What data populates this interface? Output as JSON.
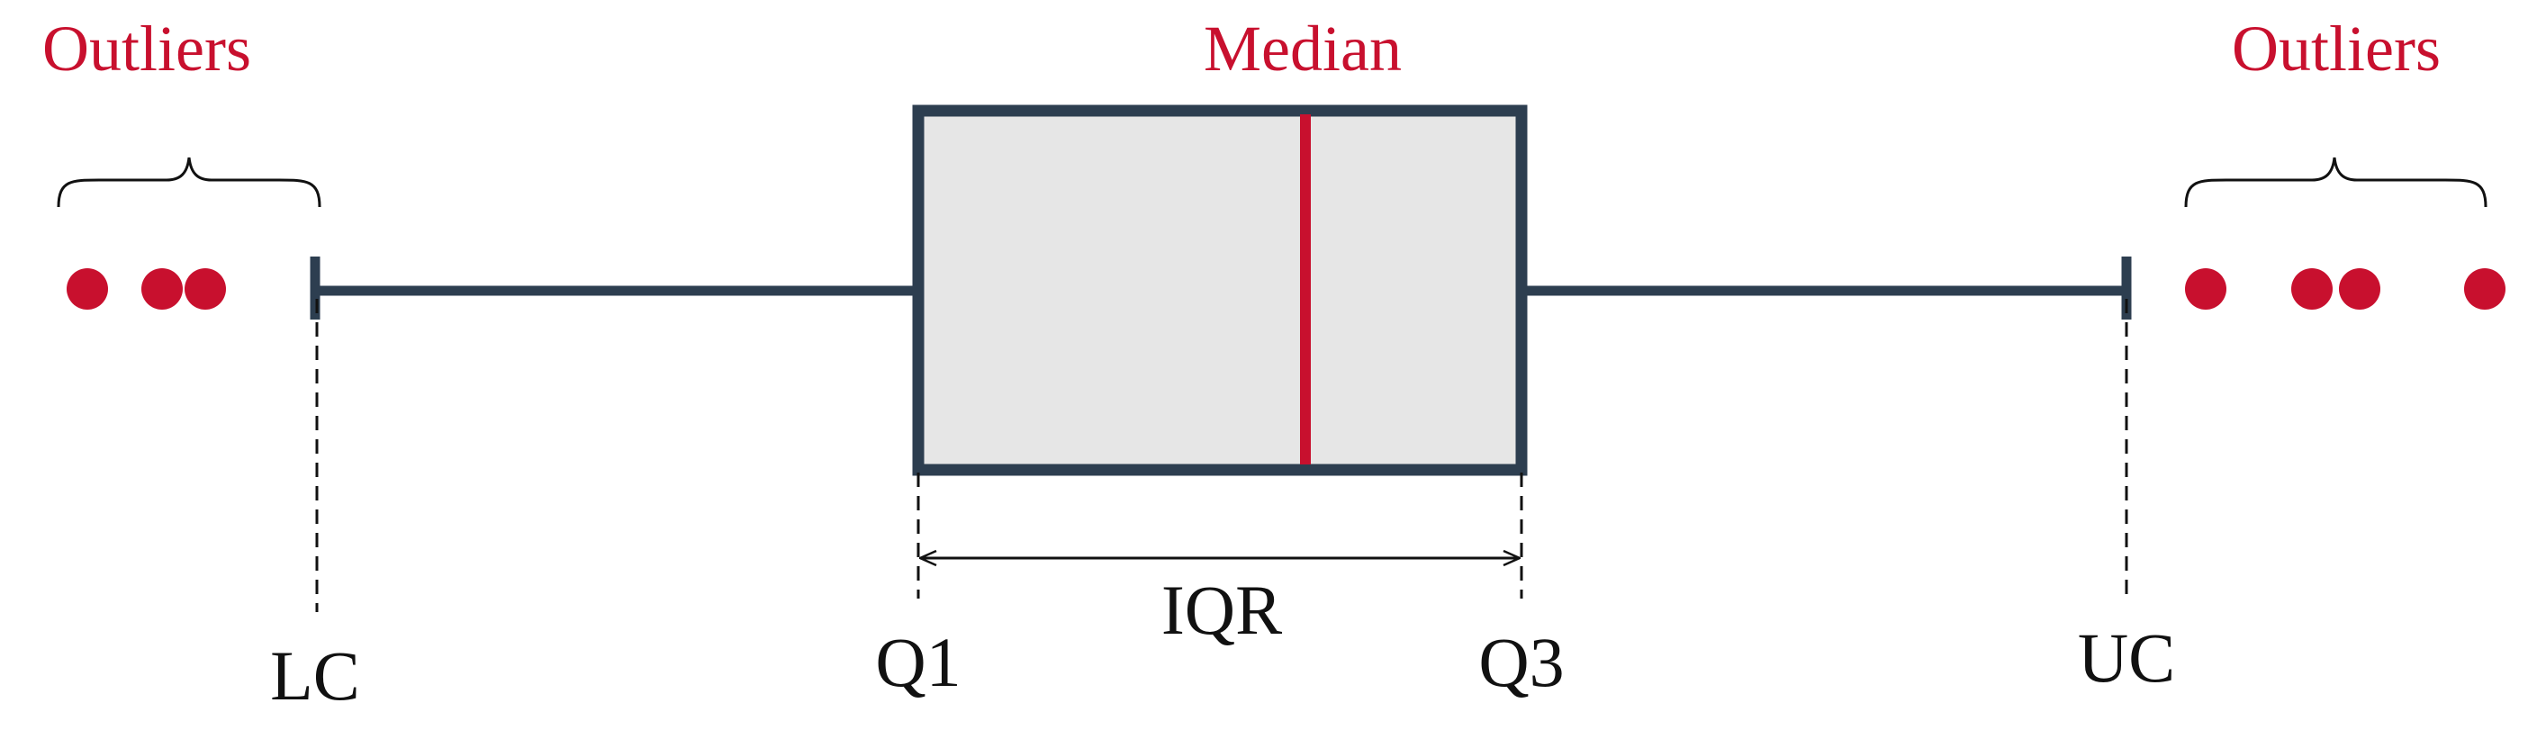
{
  "colors": {
    "box_stroke": "#2d3e50",
    "box_fill": "#e6e6e6",
    "accent": "#c8102e",
    "text": "#111111"
  },
  "labels": {
    "outliers_left": "Outliers",
    "outliers_right": "Outliers",
    "median": "Median",
    "iqr": "IQR",
    "lc": "LC",
    "q1": "Q1",
    "q3": "Q3",
    "uc": "UC"
  },
  "outliers": {
    "left_count": 3,
    "right_count": 4
  }
}
